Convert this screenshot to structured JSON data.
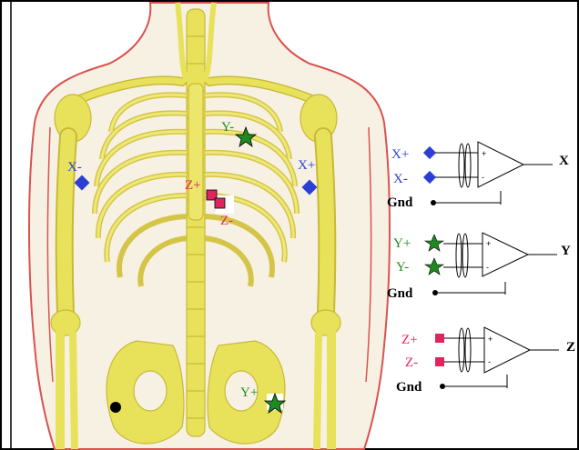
{
  "colors": {
    "x_lead": "#2b3fd6",
    "y_lead": "#1f8a1f",
    "z_lead": "#e0245e",
    "bone": "#e8e25a",
    "bone_dark": "#c9b83a",
    "skin_outline": "#d9534f",
    "skin_fill": "#f7f1e3",
    "frame": "#000000"
  },
  "body_labels": {
    "x_minus": "X-",
    "x_plus": "X+",
    "y_minus": "Y-",
    "y_plus": "Y+",
    "z_plus": "Z+",
    "z_minus": "Z-"
  },
  "circuits": [
    {
      "input_plus": "X+",
      "input_minus": "X-",
      "ground": "Gnd",
      "output": "X",
      "marker": "diamond-icon",
      "color": "#2b3fd6"
    },
    {
      "input_plus": "Y+",
      "input_minus": "Y-",
      "ground": "Gnd",
      "output": "Y",
      "marker": "star-icon",
      "color": "#1f8a1f"
    },
    {
      "input_plus": "Z+",
      "input_minus": "Z-",
      "ground": "Gnd",
      "output": "Z",
      "marker": "square-icon",
      "color": "#e0245e"
    }
  ],
  "amp_pins": {
    "plus": "+",
    "minus": "-"
  }
}
